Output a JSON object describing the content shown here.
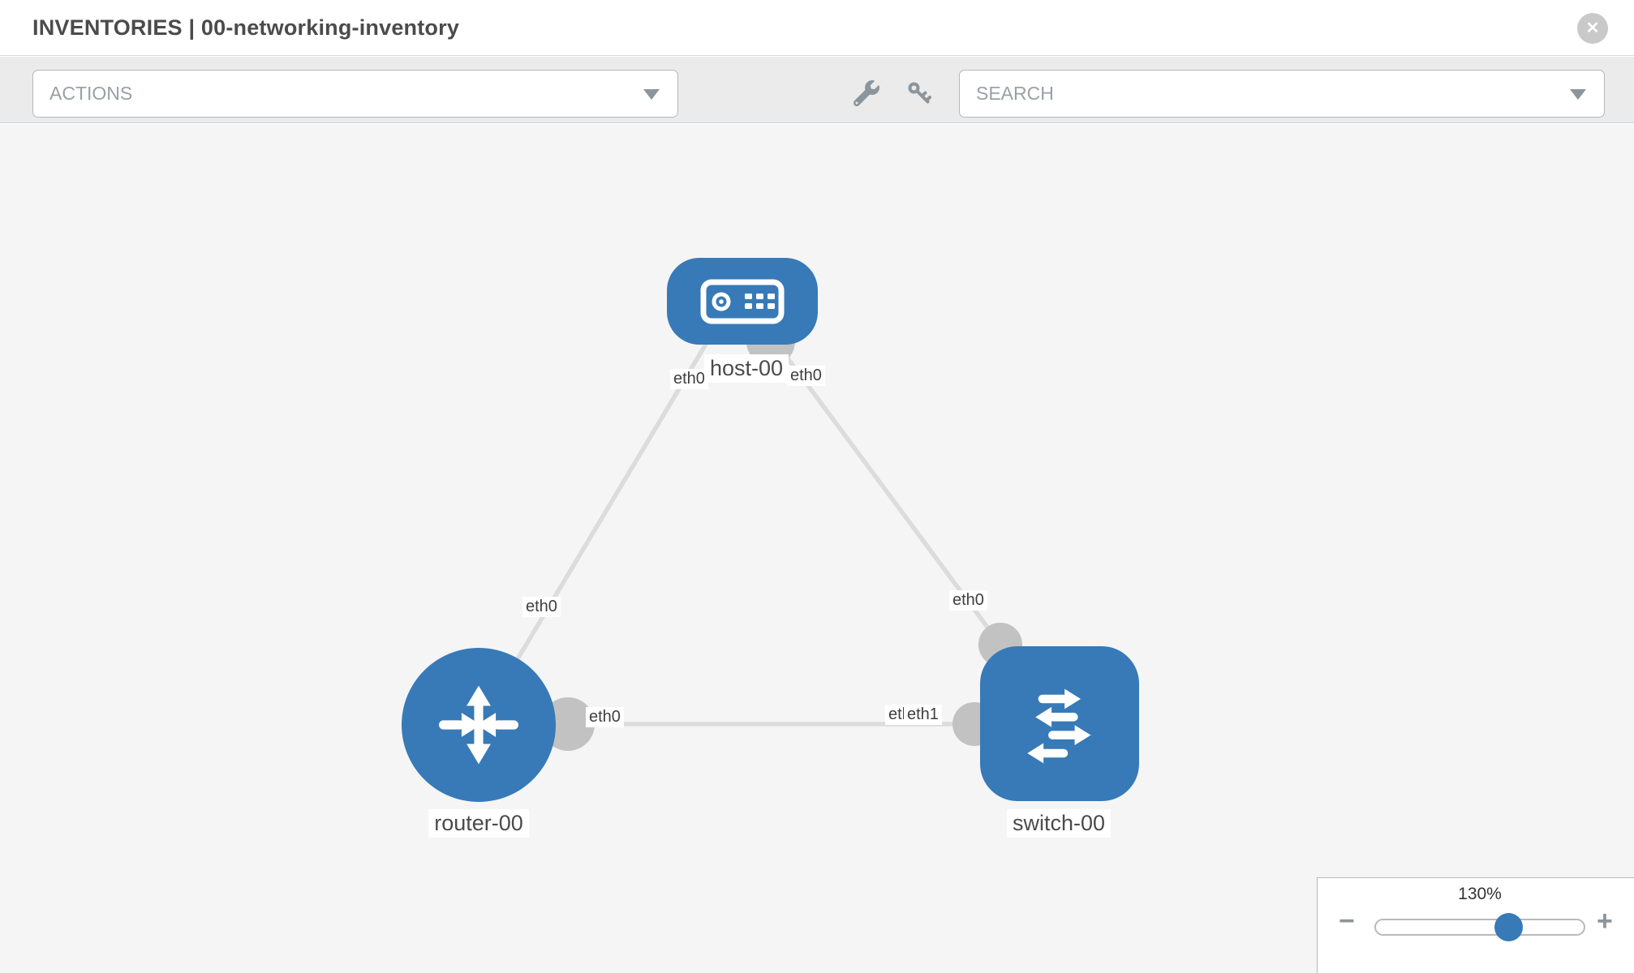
{
  "header": {
    "title": "INVENTORIES | 00-networking-inventory",
    "close_glyph": "✕"
  },
  "toolbar": {
    "actions_label": "ACTIONS",
    "search_label": "SEARCH",
    "icons": [
      "wrench-icon",
      "key-icon"
    ]
  },
  "topology": {
    "nodes": [
      {
        "id": "host-00",
        "type": "host",
        "label": "host-00"
      },
      {
        "id": "router-00",
        "type": "router",
        "label": "router-00"
      },
      {
        "id": "switch-00",
        "type": "switch",
        "label": "switch-00"
      }
    ],
    "links": [
      {
        "from": "host-00",
        "from_interface": "eth0",
        "to": "router-00",
        "to_interface": "eth0"
      },
      {
        "from": "host-00",
        "from_interface": "eth0",
        "to": "switch-00",
        "to_interface": "eth0"
      },
      {
        "from": "router-00",
        "from_interface": "eth0",
        "to": "switch-00",
        "to_interface": "eth1"
      }
    ],
    "interface_labels": {
      "host_left": "eth0",
      "host_right": "eth0",
      "router_top": "eth0",
      "switch_top": "eth0",
      "router_right": "eth0",
      "switch_left_back": "eth0",
      "switch_left_front": "eth1"
    }
  },
  "zoom_control": {
    "level": "130%",
    "minus_glyph": "−",
    "plus_glyph": "+"
  },
  "colors": {
    "node_blue": "#377ab7",
    "link_gray": "#dcdcdc",
    "interface_gray": "#c2c2c2",
    "canvas_bg": "#f5f5f6",
    "toolbar_bg": "#ebebeb",
    "text_dark": "#4b4b4b",
    "text_muted": "#9aa0a6"
  }
}
